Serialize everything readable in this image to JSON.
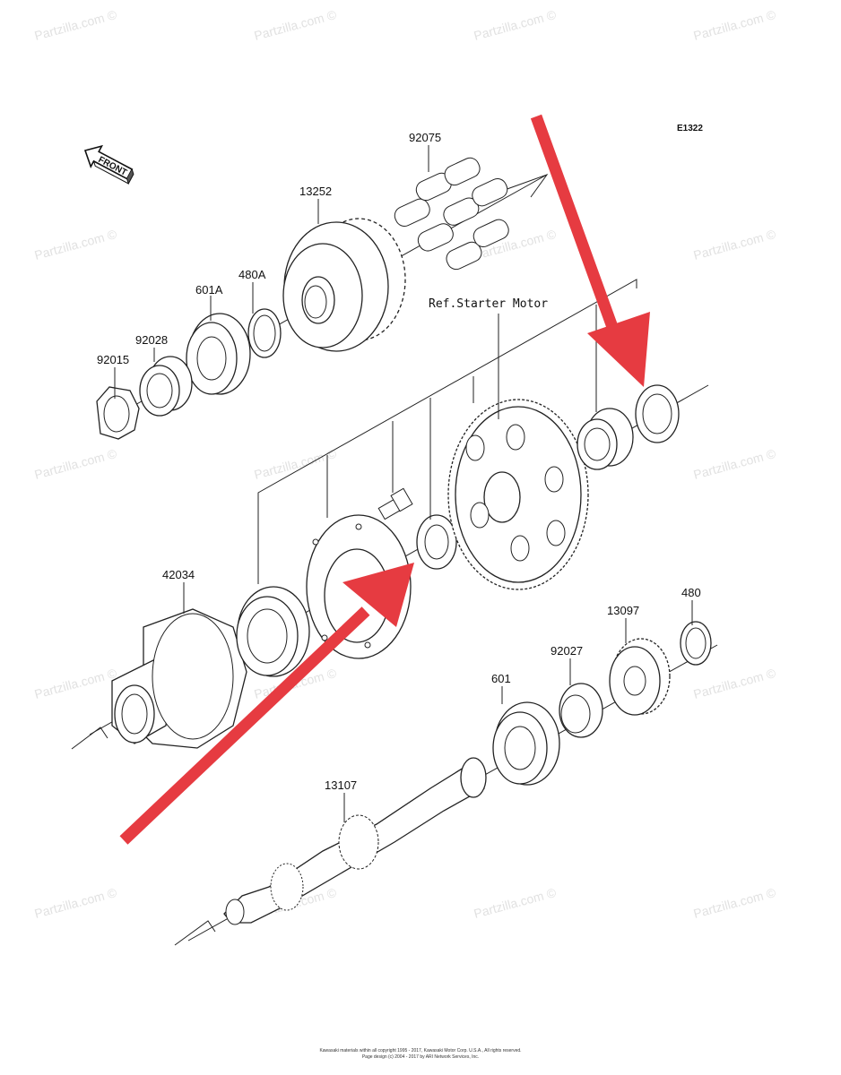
{
  "diagram_code": "E1322",
  "front_label": "FRONT",
  "ref_label": "Ref.Starter Motor",
  "watermark": "Partzilla.com ©",
  "parts": {
    "p92075": "92075",
    "p13252": "13252",
    "p601A": "601A",
    "p480A": "480A",
    "p92028": "92028",
    "p92015": "92015",
    "p42034": "42034",
    "p13097": "13097",
    "p480": "480",
    "p92027": "92027",
    "p601": "601",
    "p13107": "13107"
  },
  "footer": {
    "line1": "Kawasaki materials within all copyright 1995 - 2017, Kawasaki Motor Corp. U.S.A., All rights reserved.",
    "line2": "Page design (c) 2004 - 2017 by ARI Network Services, Inc."
  },
  "colors": {
    "arrow": "#e63b41",
    "ink": "#222222",
    "watermark": "#c9c9c9"
  }
}
